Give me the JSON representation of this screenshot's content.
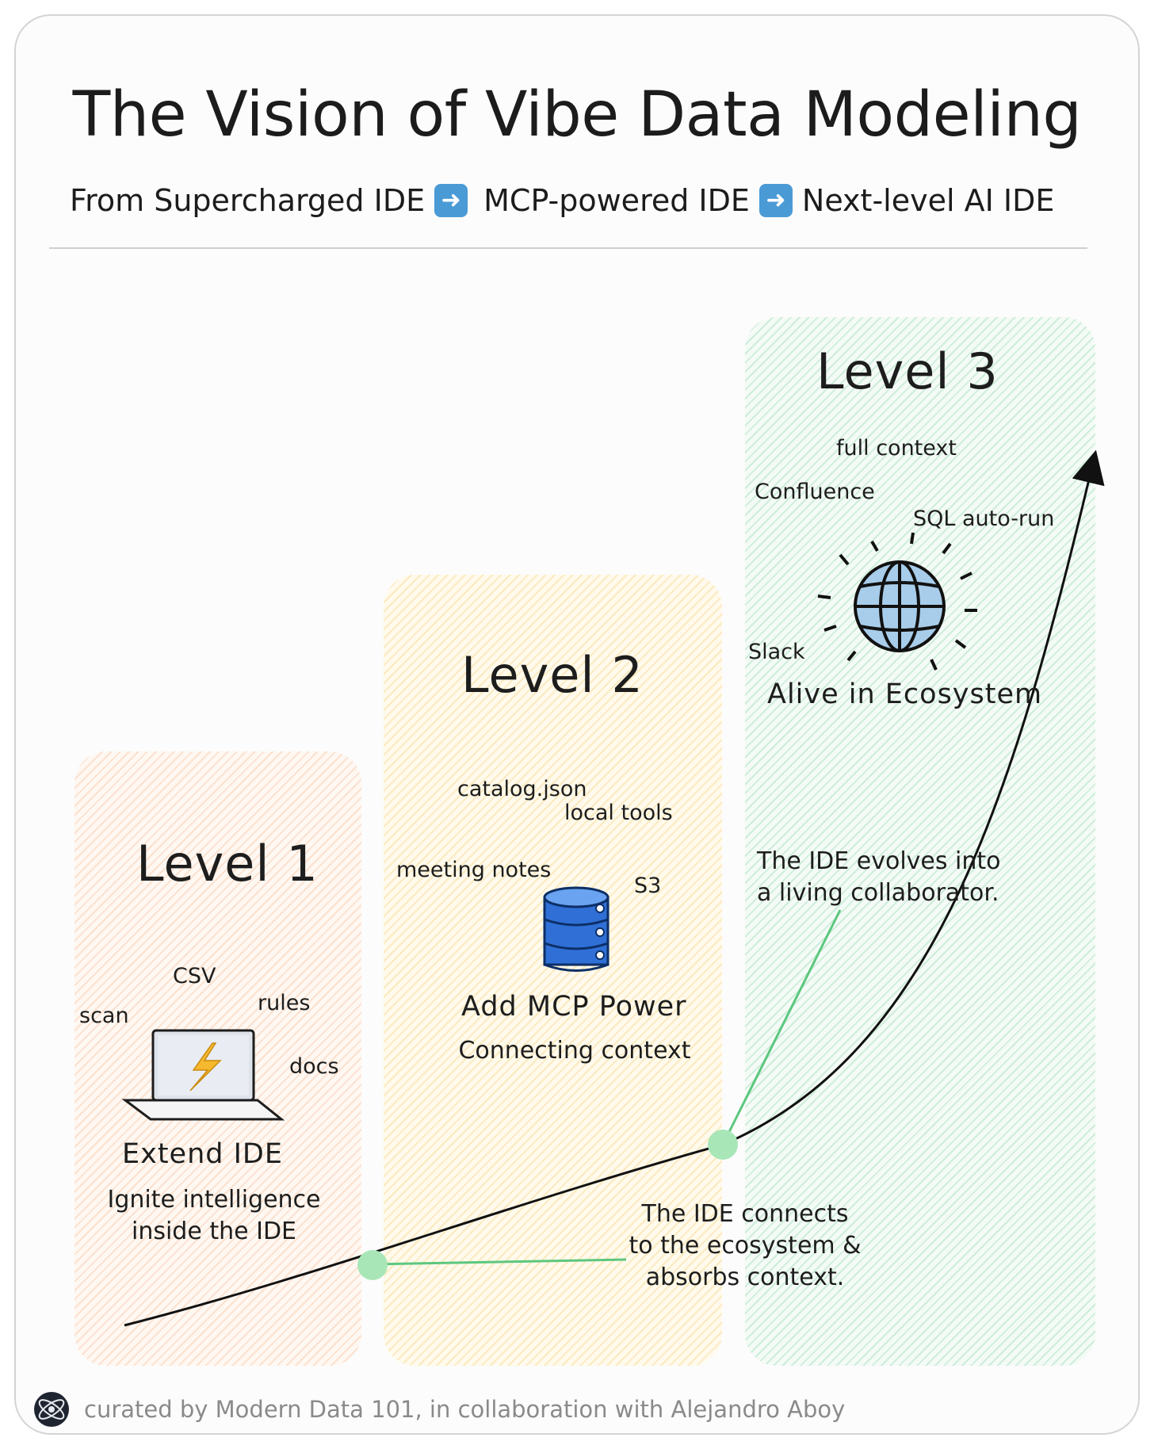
{
  "title": "The Vision of Vibe Data Modeling",
  "subtitle": {
    "step1": "From Supercharged IDE",
    "step2": "MCP-powered IDE",
    "step3": "Next-level AI IDE",
    "arrow_icon": "right-arrow-emoji"
  },
  "levels": [
    {
      "label": "Level 1",
      "tags": [
        "CSV",
        "scan",
        "rules",
        "docs"
      ],
      "icon": "laptop-lightning-icon",
      "heading": "Extend IDE",
      "description": [
        "Ignite intelligence",
        "inside the IDE"
      ],
      "color": "#f4b48c"
    },
    {
      "label": "Level 2",
      "tags": [
        "catalog.json",
        "local tools",
        "meeting notes",
        "S3"
      ],
      "icon": "database-icon",
      "heading": "Add MCP Power",
      "description": [
        "Connecting context"
      ],
      "color": "#f5d078"
    },
    {
      "label": "Level 3",
      "tags": [
        "full context",
        "Confluence",
        "SQL auto-run",
        "Slack"
      ],
      "icon": "globe-icon",
      "heading": "Alive in Ecosystem",
      "description": [],
      "color": "#8cd4a8"
    }
  ],
  "annotations": {
    "level3_note": [
      "The IDE evolves into",
      "a living collaborator."
    ],
    "level2_note": [
      "The IDE connects",
      "to the ecosystem &",
      "absorbs context."
    ]
  },
  "footer": "curated by Modern Data 101, in collaboration with Alejandro Aboy",
  "colors": {
    "connector_green": "#5cc77e",
    "dot_green": "#a8e6b8",
    "db_blue": "#2f6fd6",
    "globe_blue": "#a8cdea"
  }
}
